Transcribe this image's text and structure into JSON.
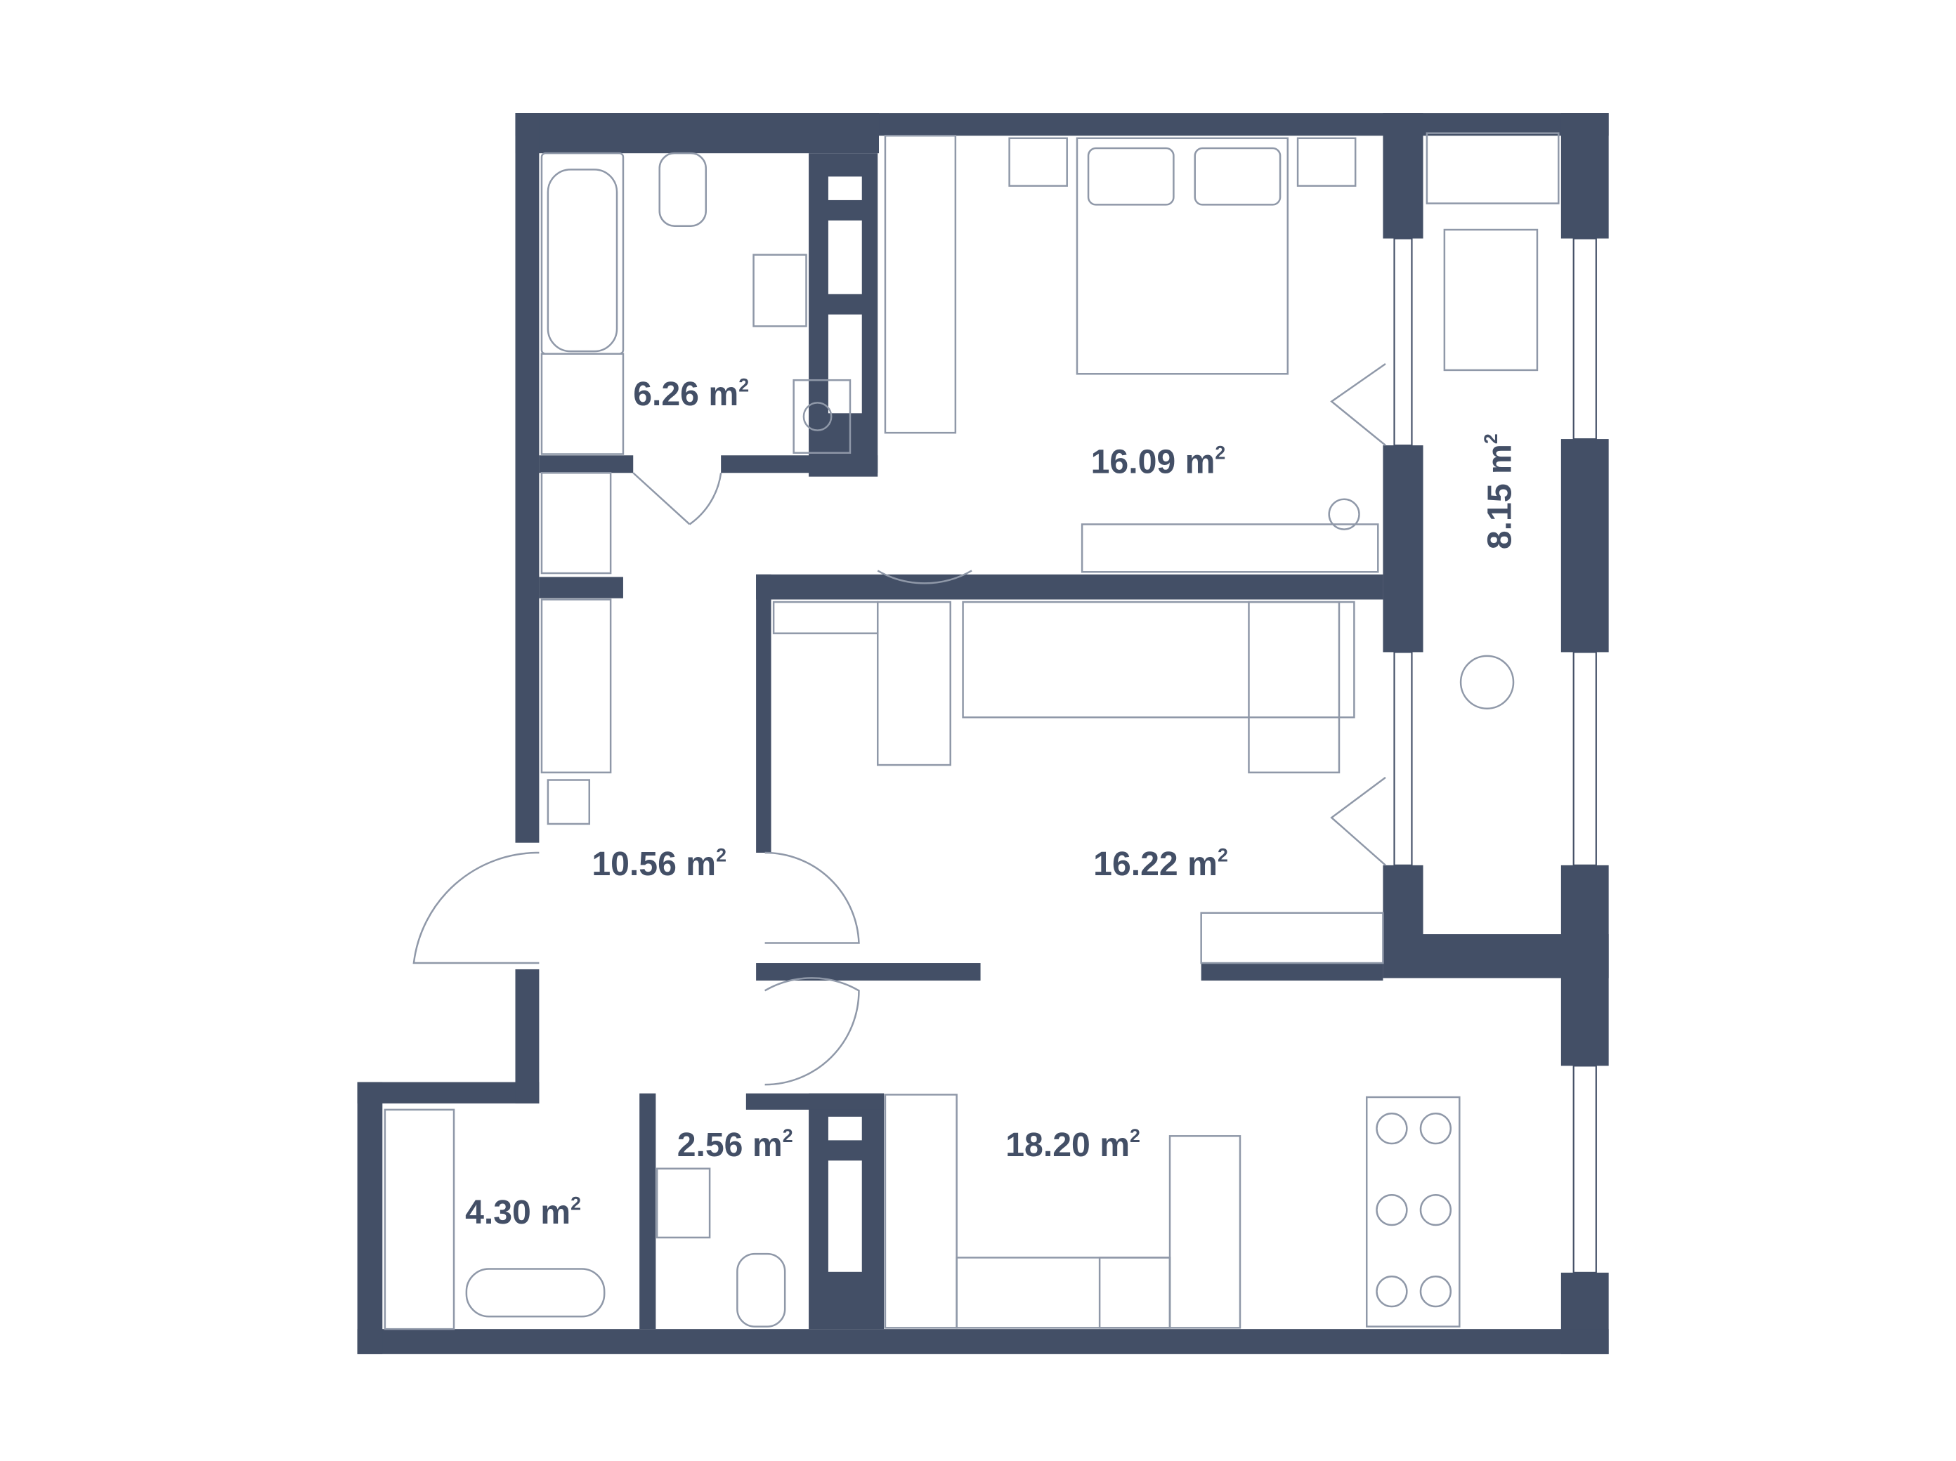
{
  "plan": {
    "wall_color": "#434f66",
    "furniture_color": "#8f98a8",
    "rooms": [
      {
        "name": "bathroom",
        "area": "6.26",
        "unit": "m",
        "exp": "2"
      },
      {
        "name": "bedroom",
        "area": "16.09",
        "unit": "m",
        "exp": "2"
      },
      {
        "name": "balcony",
        "area": "8.15",
        "unit": "m",
        "exp": "2"
      },
      {
        "name": "hallway",
        "area": "10.56",
        "unit": "m",
        "exp": "2"
      },
      {
        "name": "living-room",
        "area": "16.22",
        "unit": "m",
        "exp": "2"
      },
      {
        "name": "wardrobe",
        "area": "4.30",
        "unit": "m",
        "exp": "2"
      },
      {
        "name": "toilet",
        "area": "2.56",
        "unit": "m",
        "exp": "2"
      },
      {
        "name": "kitchen",
        "area": "18.20",
        "unit": "m",
        "exp": "2"
      }
    ]
  }
}
